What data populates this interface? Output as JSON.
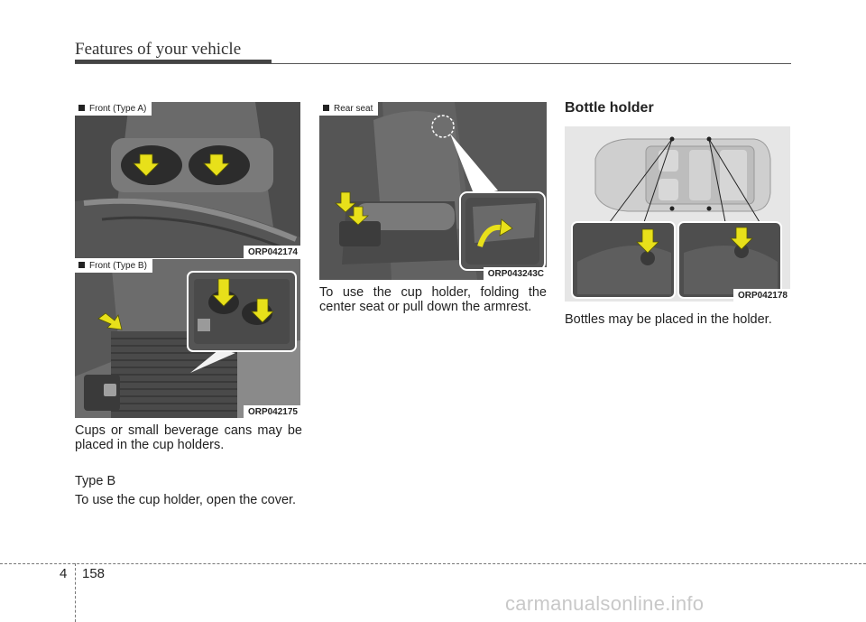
{
  "header": {
    "title": "Features of your vehicle"
  },
  "figures": {
    "front_a": {
      "label": "Front (Type A)",
      "code": "ORP042174"
    },
    "front_b": {
      "label": "Front (Type B)",
      "code": "ORP042175"
    },
    "rear": {
      "label": "Rear seat",
      "code": "ORP043243C"
    },
    "bottle": {
      "code": "ORP042178"
    }
  },
  "text": {
    "cup_holders": "Cups or small beverage cans may be placed in the cup holders.",
    "type_b_heading": "Type B",
    "type_b_body": "To use the cup holder, open the cover.",
    "rear_body": "To use the cup holder, folding the center seat or pull down the armrest.",
    "bottle_heading": "Bottle holder",
    "bottle_body": "Bottles may be placed in the holder."
  },
  "footer": {
    "chapter": "4",
    "page": "158",
    "watermark": "carmanualsonline.info"
  },
  "colors": {
    "arrow_fill": "#e8e01a",
    "photo_gray": "#5c5c5c"
  }
}
